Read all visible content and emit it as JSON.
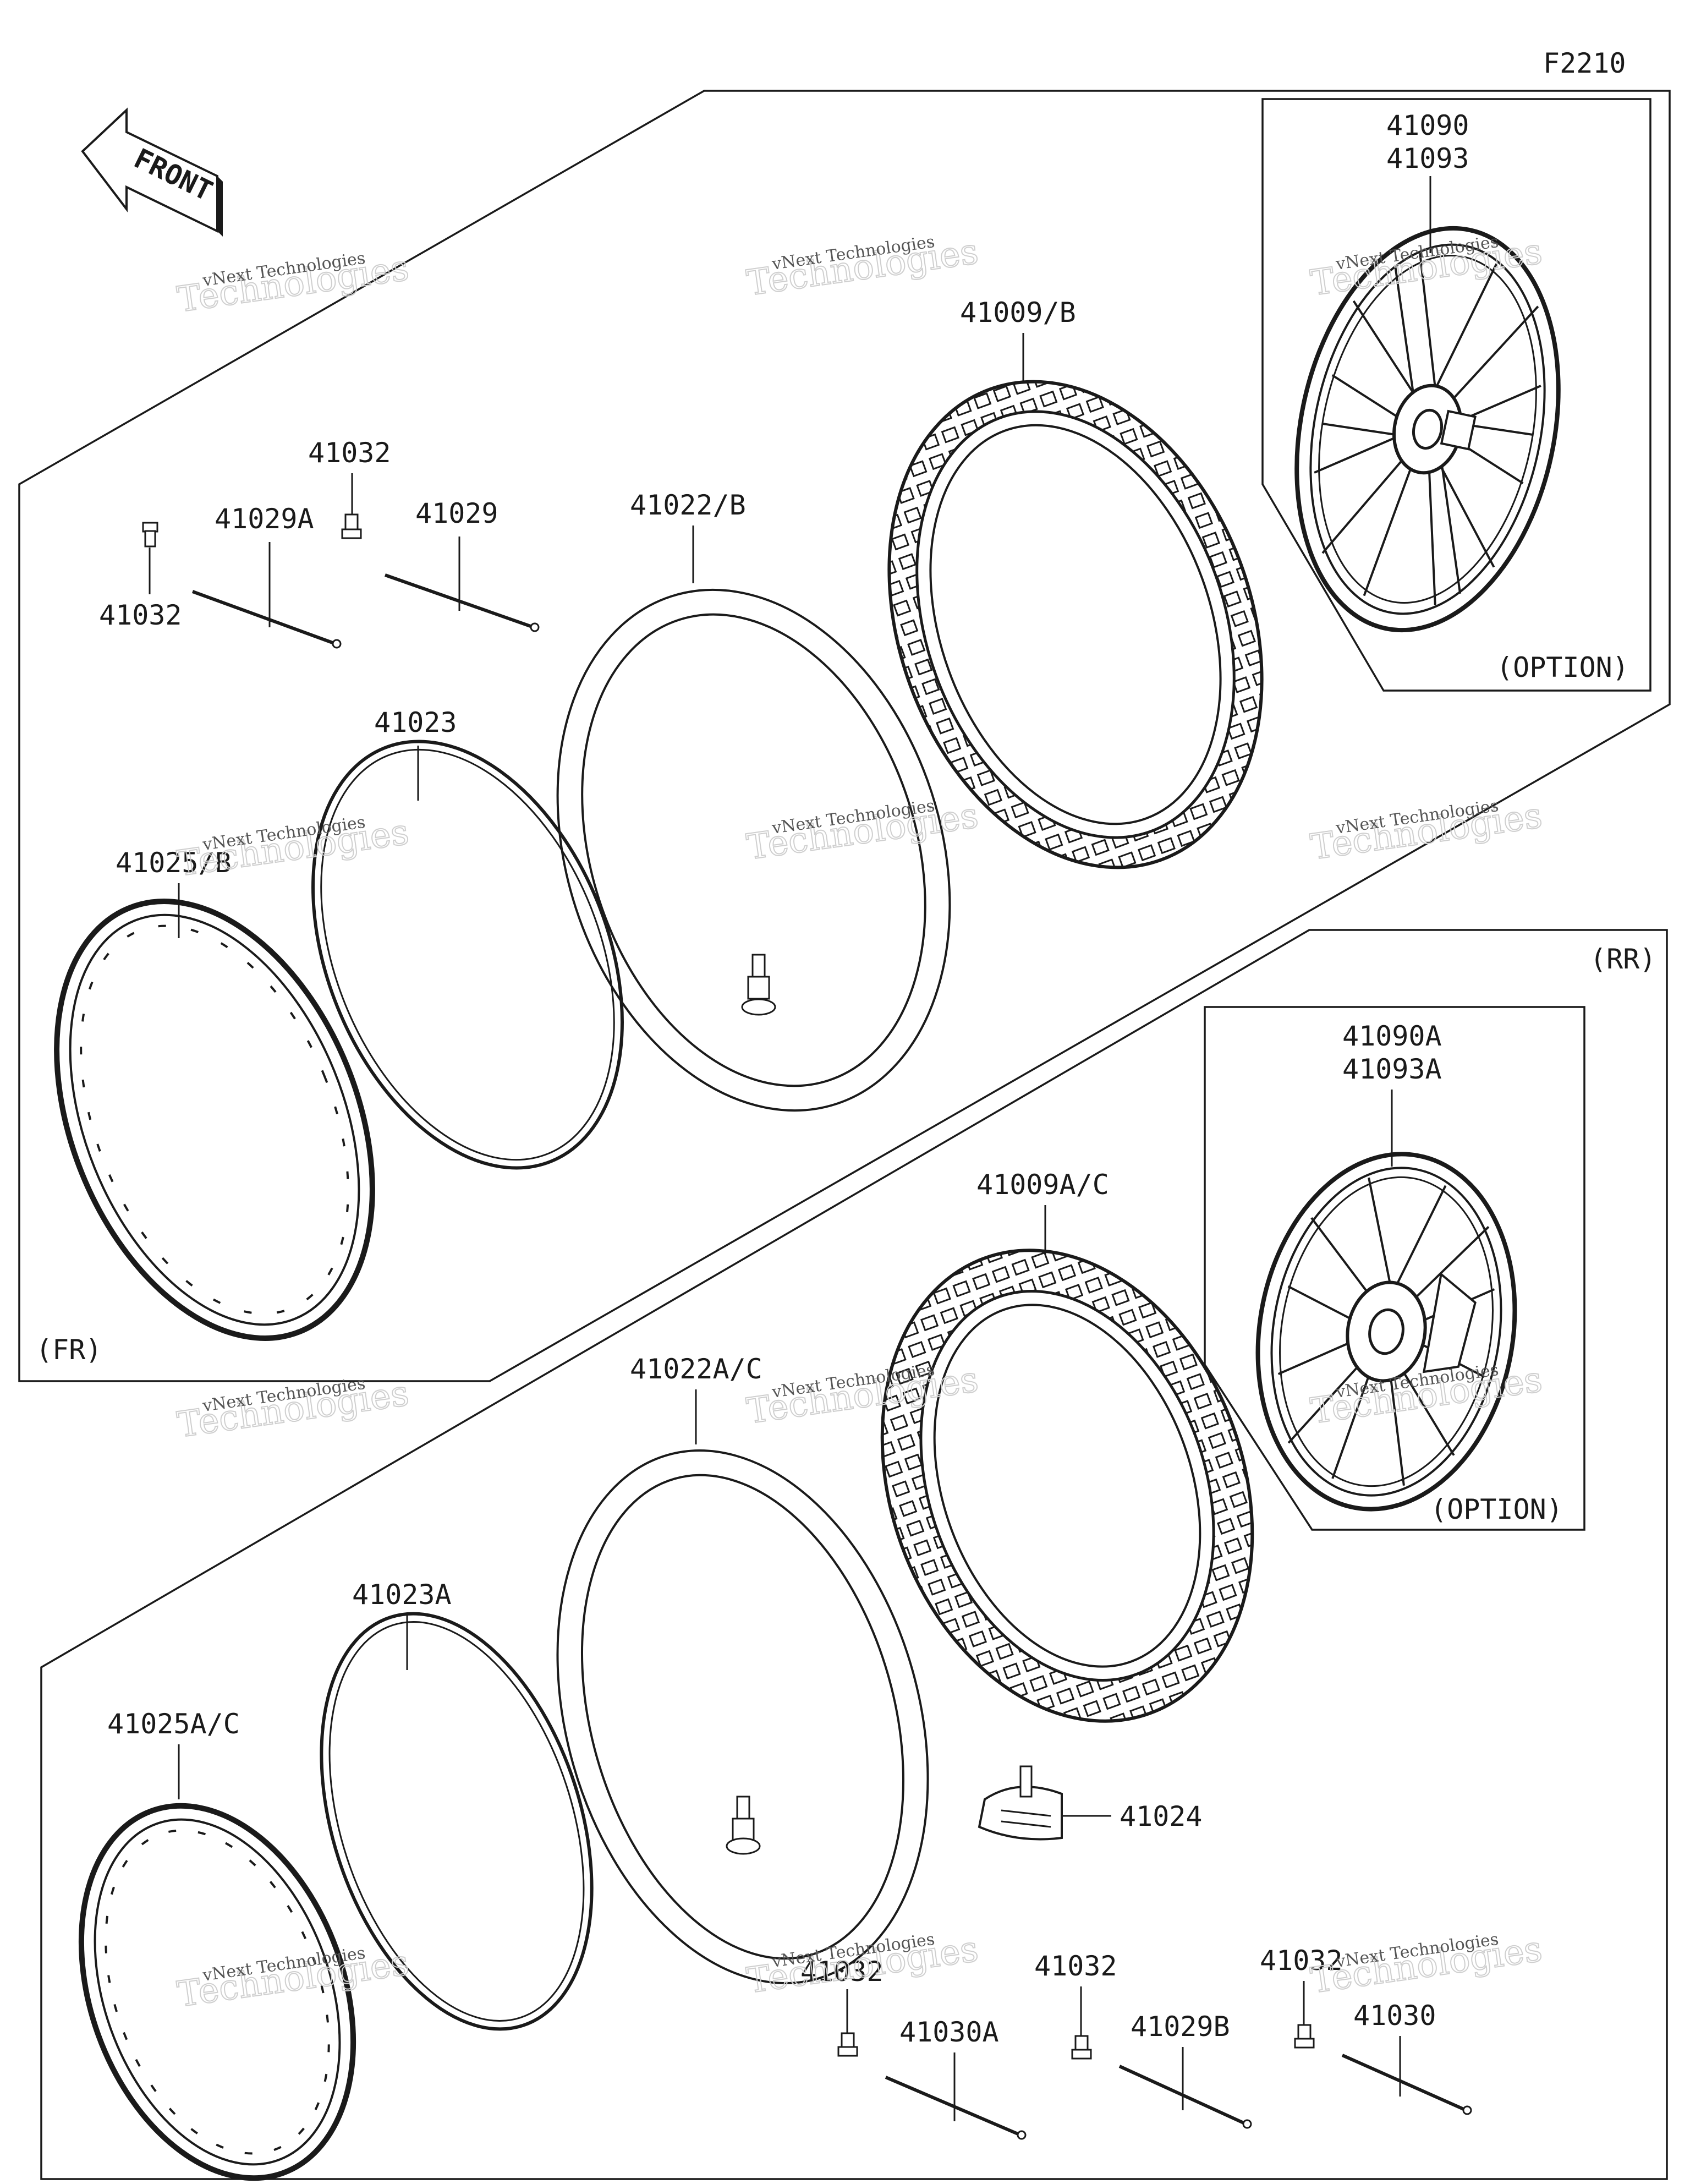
{
  "figure_code": "F2210",
  "front_label": "FRONT",
  "sections": {
    "front": "(FR)",
    "rear": "(RR)",
    "option_front": "(OPTION)",
    "option_rear": "(OPTION)"
  },
  "part_numbers": {
    "wheel_front_1": "41090",
    "wheel_front_2": "41093",
    "tire_front": "41009/B",
    "tube_front": "41022/B",
    "spoke_a_front": "41029A",
    "spoke_front": "41029",
    "nipple_front_top": "41032",
    "nipple_front_left": "41032",
    "rim_band_front": "41023",
    "rim_front": "41025/B",
    "wheel_rear_1": "41090A",
    "wheel_rear_2": "41093A",
    "tire_rear": "41009A/C",
    "tube_rear": "41022A/C",
    "rim_band_rear": "41023A",
    "rim_rear": "41025A/C",
    "rim_lock": "41024",
    "nipple_rear_1": "41032",
    "nipple_rear_2": "41032",
    "nipple_rear_3": "41032",
    "spoke_rear_a": "41030A",
    "spoke_rear_b": "41029B",
    "spoke_rear": "41030"
  },
  "watermark": {
    "line1": "vNext Technologies",
    "line2": "Technologies",
    "line3": "vNext"
  }
}
